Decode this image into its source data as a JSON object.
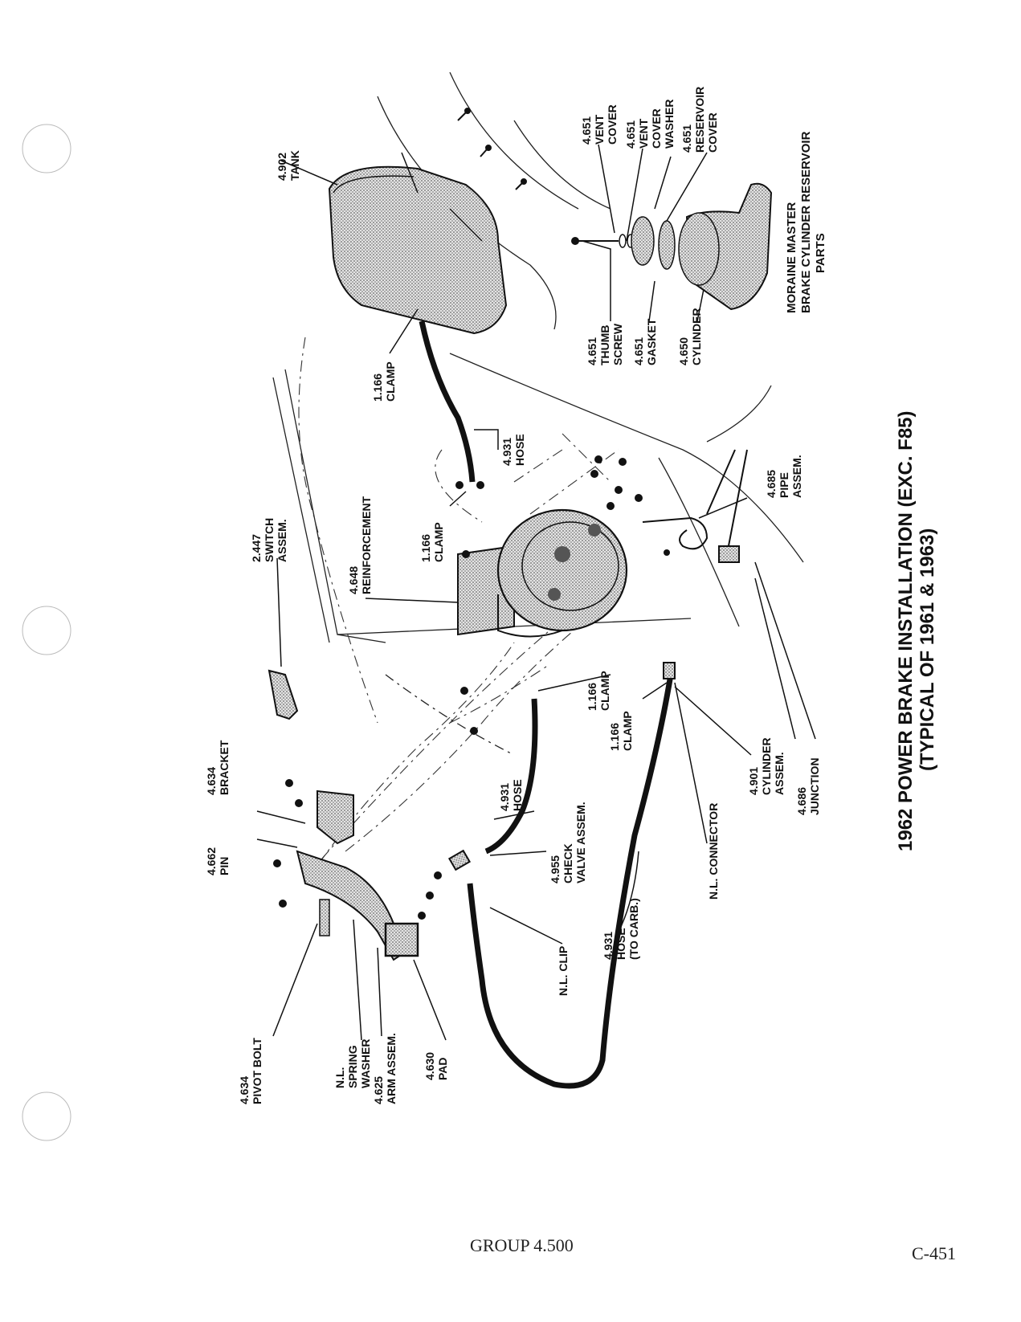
{
  "title": {
    "line1": "1962 POWER BRAKE INSTALLATION (EXC. F85)",
    "line2": "(TYPICAL OF 1961 & 1963)"
  },
  "inset_title": {
    "line1": "MORAINE MASTER",
    "line2": "BRAKE CYLINDER RESERVOIR",
    "line3": "PARTS"
  },
  "callouts": {
    "tank": [
      "4.902",
      "TANK"
    ],
    "clamp_tank": [
      "1.166",
      "CLAMP"
    ],
    "hose_upper": [
      "4.931",
      "HOSE"
    ],
    "clamp_upper": [
      "1.166",
      "CLAMP"
    ],
    "switch": [
      "2.447",
      "SWITCH",
      "ASSEM."
    ],
    "reinforcement": [
      "4.648",
      "REINFORCEMENT"
    ],
    "pipe": [
      "4.685",
      "PIPE",
      "ASSEM."
    ],
    "clamp_mid": [
      "1.166",
      "CLAMP"
    ],
    "clamp_low": [
      "1.166",
      "CLAMP"
    ],
    "cylinder_assem": [
      "4.901",
      "CYLINDER",
      "ASSEM."
    ],
    "junction": [
      "4.686",
      "JUNCTION"
    ],
    "nl_connector": [
      "N.L. CONNECTOR"
    ],
    "bracket": [
      "4.634",
      "BRACKET"
    ],
    "pin": [
      "4.662",
      "PIN"
    ],
    "hose_mid": [
      "4.931",
      "HOSE"
    ],
    "check_valve": [
      "4.955",
      "CHECK",
      "VALVE ASSEM."
    ],
    "hose_carb": [
      "4.931",
      "HOSE",
      "(TO CARB.)"
    ],
    "nl_clip": [
      "N.L. CLIP"
    ],
    "pivot_bolt": [
      "4.634",
      "PIVOT BOLT"
    ],
    "spring_washer": [
      "N.L.",
      "SPRING",
      "WASHER"
    ],
    "arm_assem": [
      "4.625",
      "ARM ASSEM."
    ],
    "pad": [
      "4.630",
      "PAD"
    ],
    "vent_cover": [
      "4.651",
      "VENT",
      "COVER"
    ],
    "vent_cover_washer": [
      "4.651",
      "VENT",
      "COVER",
      "WASHER"
    ],
    "reservoir_cover": [
      "4.651",
      "RESERVOIR",
      "COVER"
    ],
    "thumb_screw": [
      "4.651",
      "THUMB",
      "SCREW"
    ],
    "gasket": [
      "4.651",
      "GASKET"
    ],
    "cylinder": [
      "4.650",
      "CYLINDER"
    ]
  },
  "footer": {
    "group": "GROUP 4.500",
    "page": "C-451"
  },
  "colors": {
    "ink": "#111111",
    "stipple": "#9a9a9a"
  }
}
